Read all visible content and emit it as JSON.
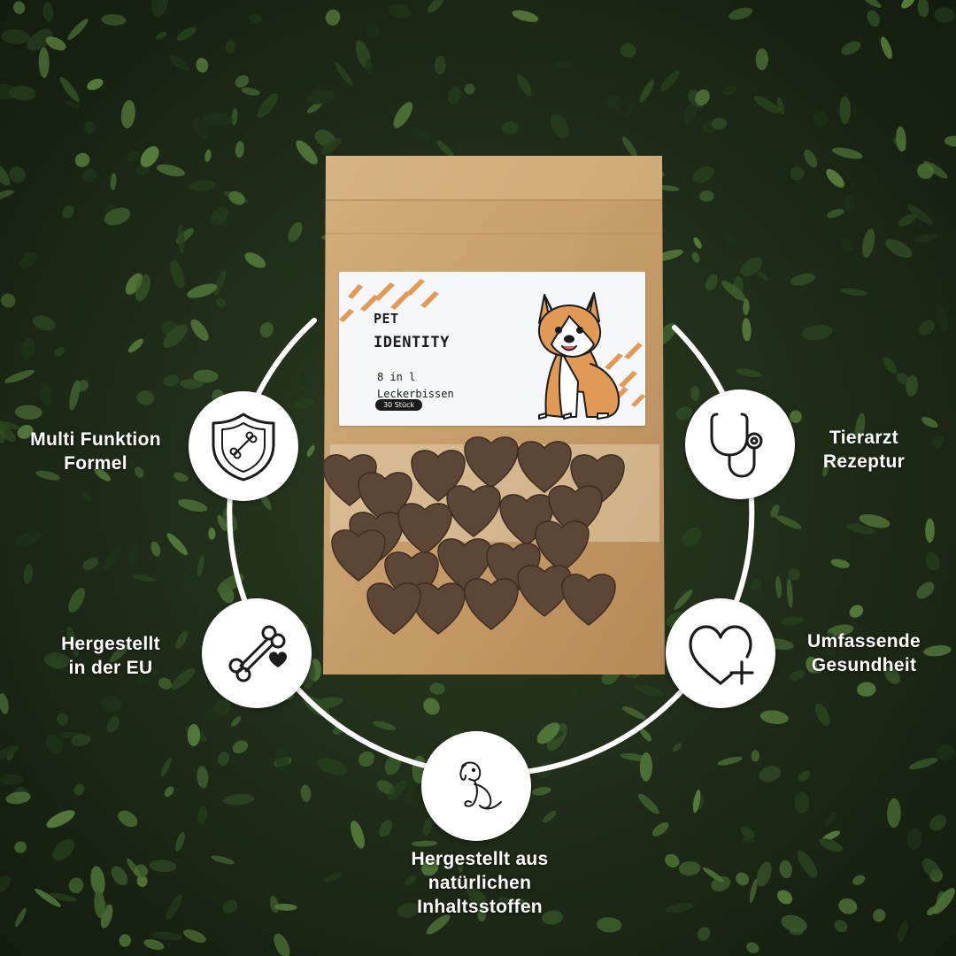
{
  "product": {
    "brand_line1": "PET",
    "brand_line2": "IDENTITY",
    "subtitle_line1": "8 in l",
    "subtitle_line2": "Leckerbissen",
    "count": "30 Stück"
  },
  "features": [
    {
      "id": "multi-funktion",
      "icon": "shield-bone-icon",
      "lines": [
        "Multi Funktion",
        "Formel"
      ]
    },
    {
      "id": "hergestellt-eu",
      "icon": "bone-heart-icon",
      "lines": [
        "Hergestellt",
        "in der EU"
      ]
    },
    {
      "id": "natuerlich",
      "icon": "puppy-icon",
      "lines": [
        "Hergestellt aus",
        "natürlichen",
        "Inhaltsstoffen"
      ]
    },
    {
      "id": "gesundheit",
      "icon": "heart-plus-icon",
      "lines": [
        "Umfassende",
        "Gesundheit"
      ]
    },
    {
      "id": "tierarzt",
      "icon": "stethoscope-icon",
      "lines": [
        "Tierarzt",
        "Rezeptur"
      ]
    }
  ],
  "colors": {
    "ring": "#ffffff",
    "pouch": "#c9a271",
    "accent": "#e09a55",
    "treat": "#5e4636",
    "foliage": "#2f4a24"
  }
}
